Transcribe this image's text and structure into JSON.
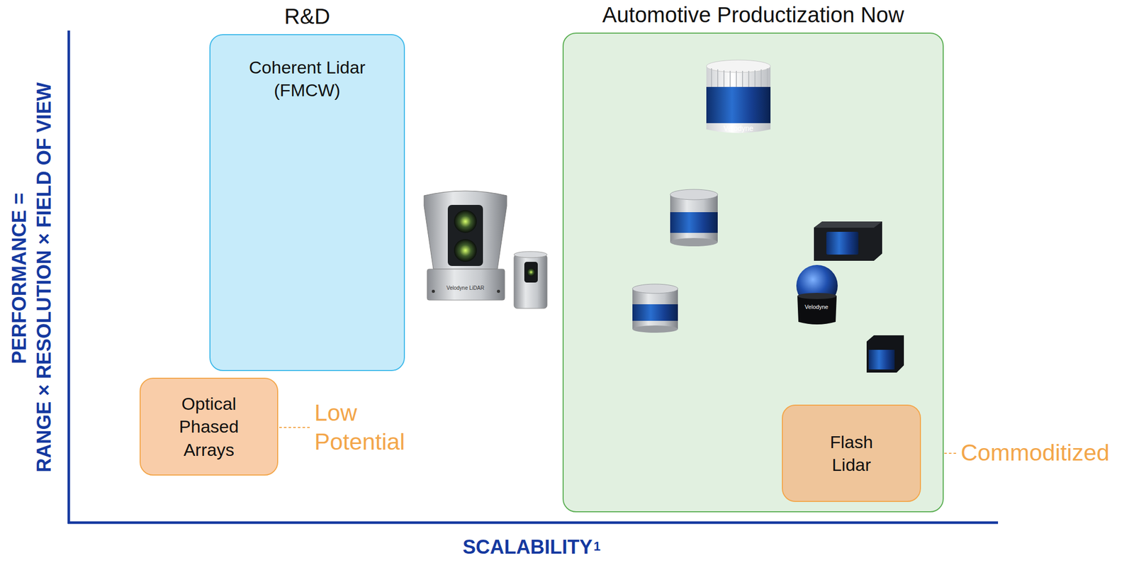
{
  "diagram": {
    "nodes": [
      {
        "text": [
          "R&D",
          "Coherent Lidar (FMCW)"
        ]
      },
      {
        "text": [
          "Optical Phased Arrays"
        ]
      },
      {
        "text": [
          "Automotive Productization Now"
        ]
      },
      {
        "text": [
          "Flash Lidar"
        ],
        "in": 2
      }
    ],
    "labels": [
      "PERFORMANCE =",
      "RANGE × RESOLUTION × FIELD OF VIEW",
      "SCALABILITY",
      "1",
      "Low Potential",
      "Commoditized",
      "Velodyne LiDAR",
      "Velodyne",
      "Velodyne"
    ]
  }
}
